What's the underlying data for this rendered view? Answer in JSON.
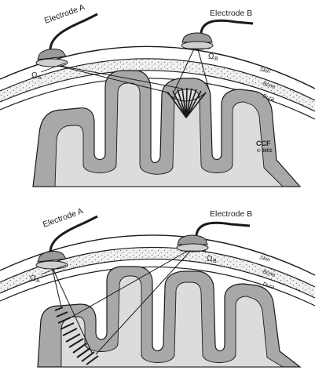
{
  "panels": [
    {
      "electrode_a": "Electrode A",
      "electrode_b": "Electrode B",
      "omega_a": "Ω",
      "omega_a_sub": "A",
      "omega_b": "Ω",
      "omega_b_sub": "B",
      "layers": {
        "skin": "Skin",
        "bone": "Bone",
        "dura": "Dura"
      },
      "credit": {
        "org": "CCF",
        "copyright": "© 2001"
      }
    },
    {
      "electrode_a": "Electrode A",
      "electrode_b": "Electrode B",
      "omega_a": "Ω",
      "omega_a_sub": "A",
      "omega_b": "Ω",
      "omega_b_sub": "B",
      "layers": {
        "skin": "Skin",
        "bone": "Bone",
        "dura": "Dura"
      }
    }
  ],
  "colors": {
    "gray_matter": "#a8a8a8",
    "white_matter": "#dcdcdc",
    "bone_fill": "#f2f2f2",
    "stroke": "#1a1a1a"
  }
}
